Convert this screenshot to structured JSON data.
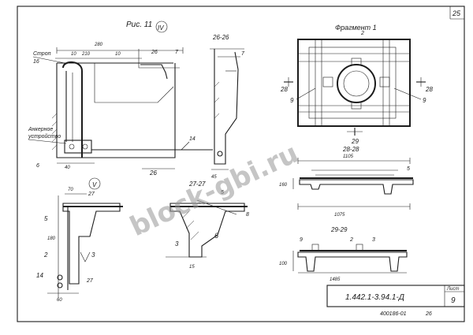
{
  "sheet": {
    "page_number": "25",
    "doc_code": "1.442.1-3.94.1-Д",
    "sheet_label": "Лист",
    "sheet_number": "9",
    "archive_code": "400186-01",
    "archive_page": "26"
  },
  "figure": {
    "title": "Рис. 11",
    "view_iv": "IV",
    "view_v": "V"
  },
  "sections": {
    "s26": "26-26",
    "s27": "27-27",
    "s28": "28-28",
    "s29": "29-29",
    "fragment": "Фрагмент 1"
  },
  "labels": {
    "sling": "Строп",
    "anchor_line1": "Анкерное",
    "anchor_line2": "устройство"
  },
  "dims": {
    "d280": "280",
    "d210": "210",
    "d10a": "10",
    "d10b": "10",
    "d40": "40",
    "d45": "45",
    "d1105": "1105",
    "d1075": "1075",
    "d1485": "1485",
    "d160": "160",
    "d100": "100",
    "d180": "180",
    "d70": "70",
    "d27": "27",
    "d60": "60",
    "d15": "15"
  },
  "callouts": {
    "c26a": "26",
    "c26b": "26",
    "c7a": "7",
    "c7b": "7",
    "c14a": "14",
    "c14b": "14",
    "c6a": "6",
    "c6b": "6",
    "c16": "16",
    "c9a": "9",
    "c9b": "9",
    "c9c": "9",
    "c28a": "28",
    "c28b": "28",
    "c29": "29",
    "c2a": "2",
    "c2b": "2",
    "c3a": "3",
    "c3b": "3",
    "c5": "5",
    "c27a": "27",
    "c27b": "27",
    "c8": "8"
  },
  "watermark": "block-gbi.ru"
}
